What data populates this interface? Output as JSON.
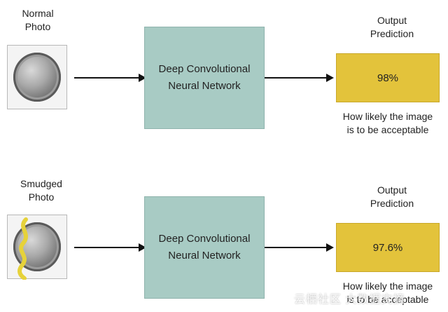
{
  "rows": [
    {
      "input_label": "Normal\nPhoto",
      "network_label": "Deep Convolutional\nNeural Network",
      "output_label": "Output\nPrediction",
      "prediction": "98%",
      "caption": "How likely the image\nis to be acceptable"
    },
    {
      "input_label": "Smudged\nPhoto",
      "network_label": "Deep Convolutional\nNeural Network",
      "output_label": "Output\nPrediction",
      "prediction": "97.6%",
      "caption": "How likely the image\nis to be acceptable"
    }
  ],
  "watermark": "云栖社区 大数据文摘",
  "colors": {
    "network_box": "#a8cbc4",
    "prediction_box": "#e3c33b",
    "smudge": "#e6d23a"
  },
  "icons": [
    "coin-photo",
    "smudge-mark"
  ]
}
